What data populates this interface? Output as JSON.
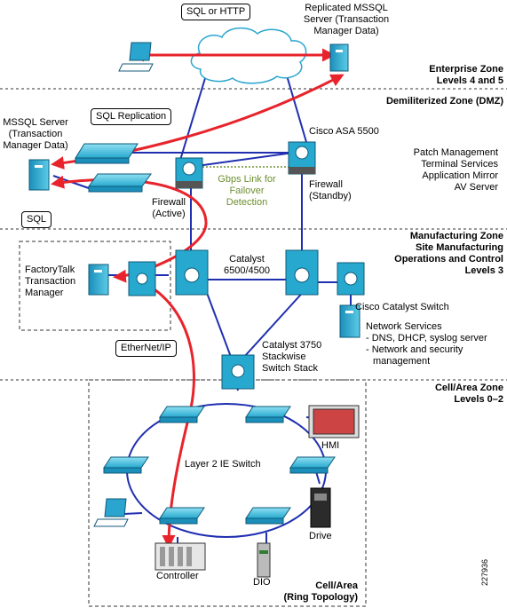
{
  "zones": {
    "enterprise": {
      "line1": "Enterprise Zone",
      "line2": "Levels 4 and 5"
    },
    "dmz": {
      "title": "Demiliterized Zone (DMZ)"
    },
    "manufacturing": {
      "line1": "Manufacturing Zone",
      "line2": "Site Manufacturing",
      "line3": "Operations and Control",
      "line4": "Levels 3"
    },
    "cell": {
      "line1": "Cell/Area Zone",
      "line2": "Levels 0–2"
    }
  },
  "callouts": {
    "sql_http": "SQL or HTTP",
    "sql_replication": "SQL Replication",
    "sql": "SQL",
    "ethernet_ip": "EtherNet/IP"
  },
  "labels": {
    "replicated_mssql": [
      "Replicated MSSQL",
      "Server (Transaction",
      "Manager Data)"
    ],
    "mssql_server": [
      "MSSQL Server",
      "(Transaction",
      "Manager Data)"
    ],
    "cisco_asa": "Cisco ASA 5500",
    "dmz_services": [
      "Patch Management",
      "Terminal Services",
      "Application Mirror",
      "AV Server"
    ],
    "gbps_link": [
      "Gbps Link for",
      "Failover",
      "Detection"
    ],
    "firewall_active": [
      "Firewall",
      "(Active)"
    ],
    "firewall_standby": [
      "Firewall",
      "(Standby)"
    ],
    "factorytalk": [
      "FactoryTalk",
      "Transaction",
      "Manager"
    ],
    "catalyst_6500": [
      "Catalyst",
      "6500/4500"
    ],
    "cisco_catalyst_switch": "Cisco Catalyst Switch",
    "network_services": [
      "Network Services",
      "- DNS, DHCP, syslog server",
      "- Network and security",
      "management"
    ],
    "catalyst_3750": [
      "Catalyst 3750",
      "Stackwise",
      "Switch Stack"
    ],
    "layer2": "Layer 2 IE Switch",
    "hmi": "HMI",
    "drive": "Drive",
    "dio": "DIO",
    "controller": "Controller",
    "cell_area": [
      "Cell/Area",
      "(Ring Topology)"
    ],
    "figure_id": "227936"
  },
  "colors": {
    "blue_link": "#1f2fb0",
    "red_flow": "#e8232b",
    "device_cyan": "#27a9cf",
    "link_green": "#6d8f2f"
  }
}
